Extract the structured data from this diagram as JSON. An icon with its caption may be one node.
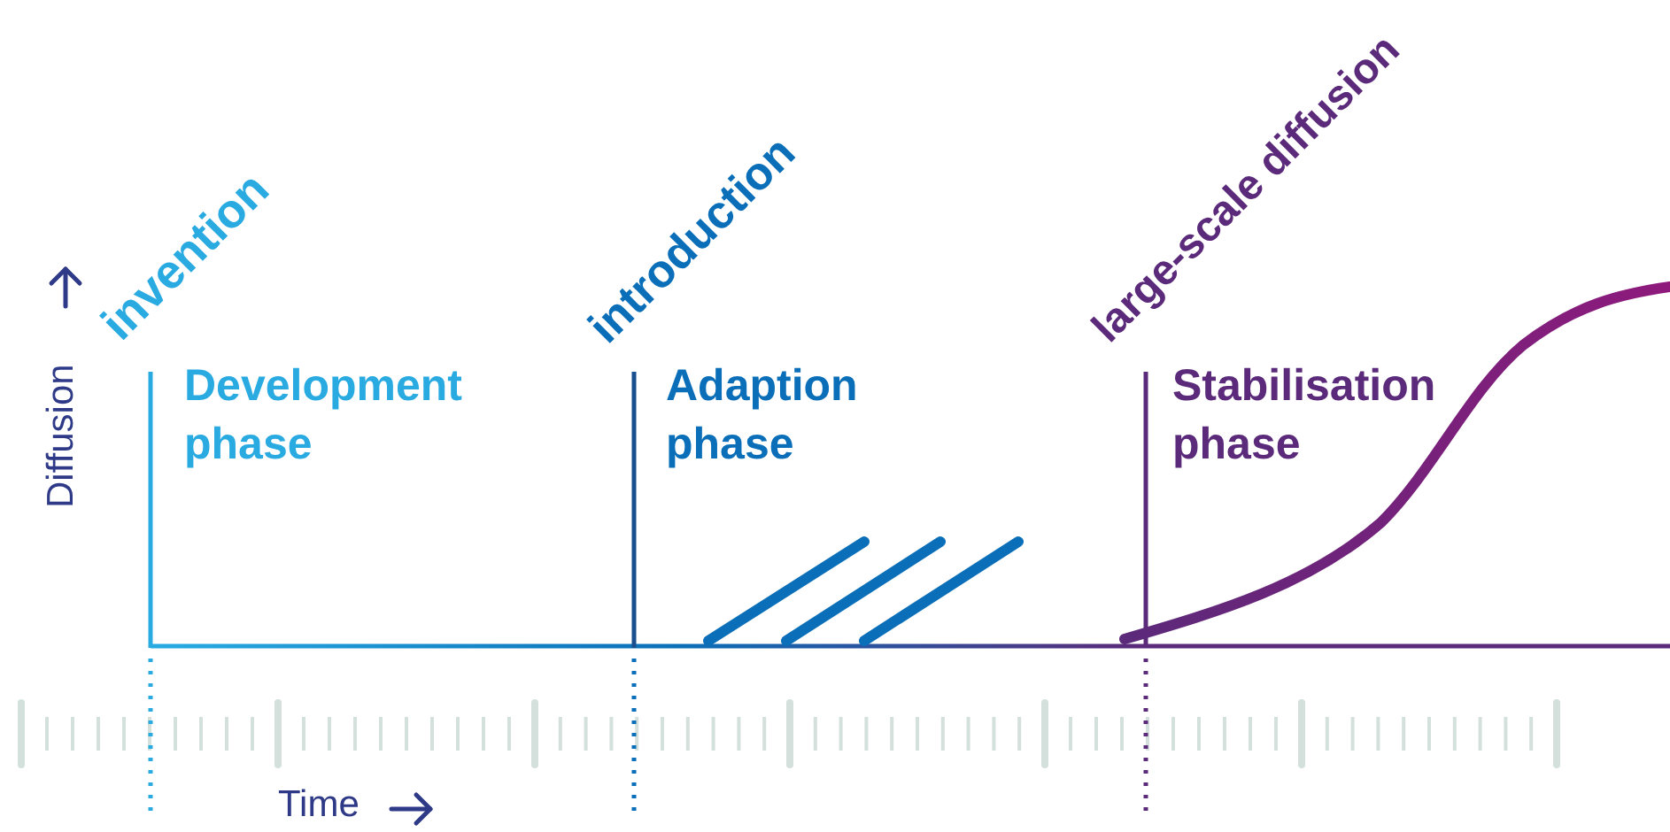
{
  "diagram": {
    "labels": [
      "invention",
      "Development phase",
      "introduction",
      "Adaption phase",
      "large-scale diffusion",
      "Stabilisation phase",
      "Diffusion",
      "Time"
    ]
  }
}
